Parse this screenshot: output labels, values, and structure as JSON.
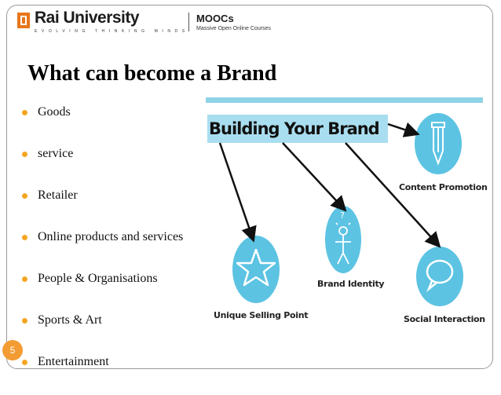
{
  "header": {
    "university": "Rai University",
    "tagline": "EVOLVING THINKING MINDS",
    "platform": "MOOCs",
    "platform_sub": "Massive Open Online Courses"
  },
  "slide": {
    "title": "What can become a Brand",
    "page_number": "5",
    "bullets": [
      "Goods",
      "service",
      "Retailer",
      "Online products and services",
      "People & Organisations",
      "Sports & Art",
      "Entertainment"
    ]
  },
  "diagram": {
    "heading": "Building Your Brand",
    "nodes": [
      {
        "label": "Content Promotion",
        "icon": "pencil-icon"
      },
      {
        "label": "Brand Identity",
        "icon": "person-icon"
      },
      {
        "label": "Unique Selling Point",
        "icon": "star-icon"
      },
      {
        "label": "Social Interaction",
        "icon": "speech-bubble-icon"
      }
    ],
    "colors": {
      "circle": "#5cc3e3",
      "heading_bg": "#a9def0",
      "accent": "#f39c33"
    }
  }
}
